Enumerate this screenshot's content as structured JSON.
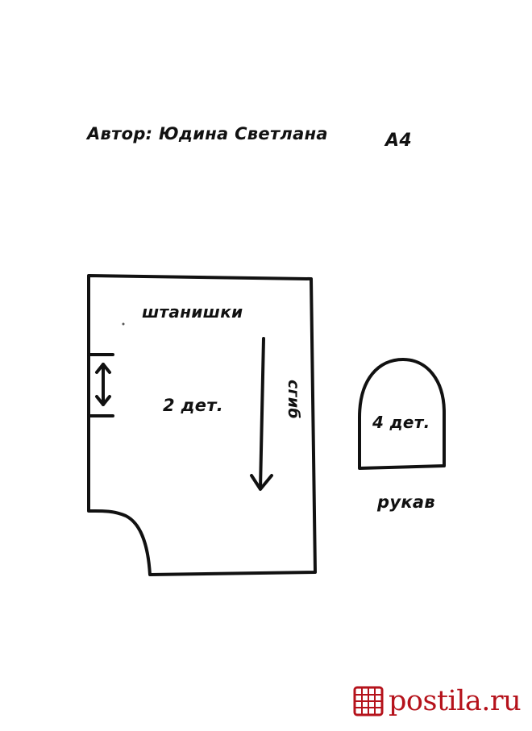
{
  "header": {
    "author": "Автор: Юдина Светлана",
    "paper_size": "А4"
  },
  "pants_piece": {
    "label": "штанишки",
    "count": "2 дет.",
    "fold_label": "сгиб",
    "icons": [
      "double-arrow-icon",
      "fold-arrow-icon"
    ]
  },
  "sleeve_piece": {
    "count": "4 дет.",
    "label": "рукав"
  },
  "watermark": {
    "text": "postila.ru",
    "color": "#b5121b"
  }
}
